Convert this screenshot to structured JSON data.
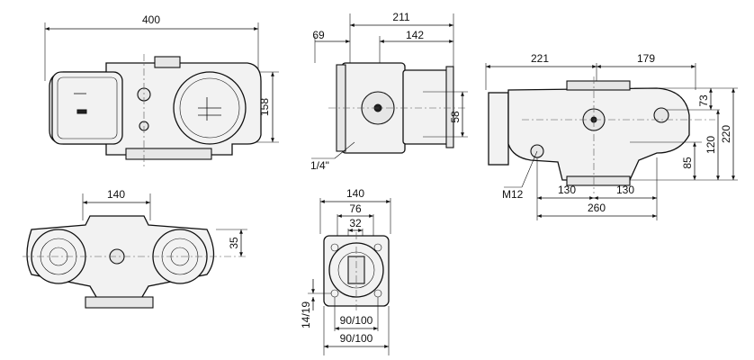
{
  "views": {
    "front": {
      "width_label": "400",
      "height_label": "158"
    },
    "side": {
      "total_label": "211",
      "offset_label": "69",
      "depth_label": "142",
      "port_height_label": "58",
      "thread_label": "1/4\""
    },
    "right": {
      "left_label": "221",
      "right_label": "179",
      "span_label": "260",
      "half_left_label": "130",
      "half_right_label": "130",
      "bolt_label": "M12",
      "h73_label": "73",
      "h120_label": "120",
      "h220_label": "220",
      "h85_label": "85"
    },
    "top": {
      "width_label": "140",
      "offset_label": "35"
    },
    "flange": {
      "outer_label": "140",
      "mid_label": "76",
      "bore_label": "32",
      "hole_label": "14/19",
      "pcd_inner_label": "90/100",
      "pcd_outer_label": "90/100"
    }
  }
}
